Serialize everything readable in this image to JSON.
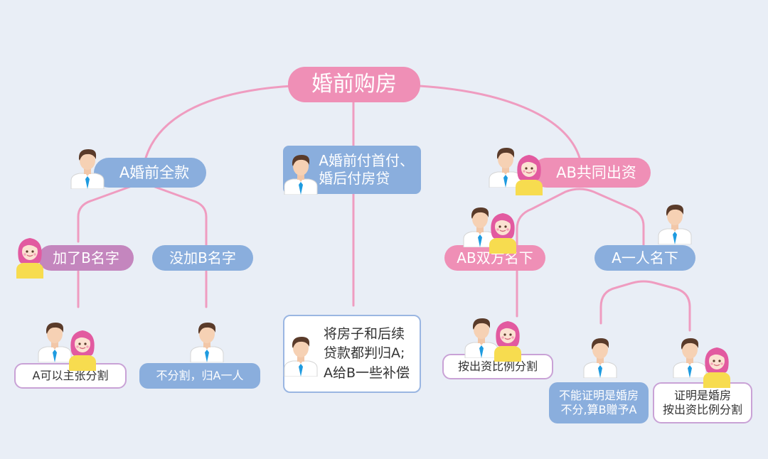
{
  "colors": {
    "pink": "#ef8fb6",
    "blue": "#8aaedd",
    "purple": "#c486be",
    "line": "#ef9cc0",
    "background": "#e9eef6"
  },
  "root": {
    "label": "婚前购房"
  },
  "branches": {
    "full_payment": {
      "label": "A婚前全款",
      "added_b": {
        "label": "加了B名字",
        "result": "A可以主张分割"
      },
      "not_added_b": {
        "label": "没加B名字",
        "result": "不分割，归A一人"
      }
    },
    "down_payment": {
      "label": "A婚前付首付、\n婚后付房贷",
      "result": "将房子和后续\n贷款都判归A;\nA给B一些补偿"
    },
    "joint": {
      "label": "AB共同出资",
      "both_names": {
        "label": "AB双方名下",
        "result": "按出资比例分割"
      },
      "a_only": {
        "label": "A一人名下",
        "cannot_prove": "不能证明是婚房\n不分,算B赠予A",
        "can_prove": "证明是婚房\n按出资比例分割"
      }
    }
  },
  "icons": {
    "man": "man-avatar-icon",
    "woman": "woman-avatar-icon"
  }
}
